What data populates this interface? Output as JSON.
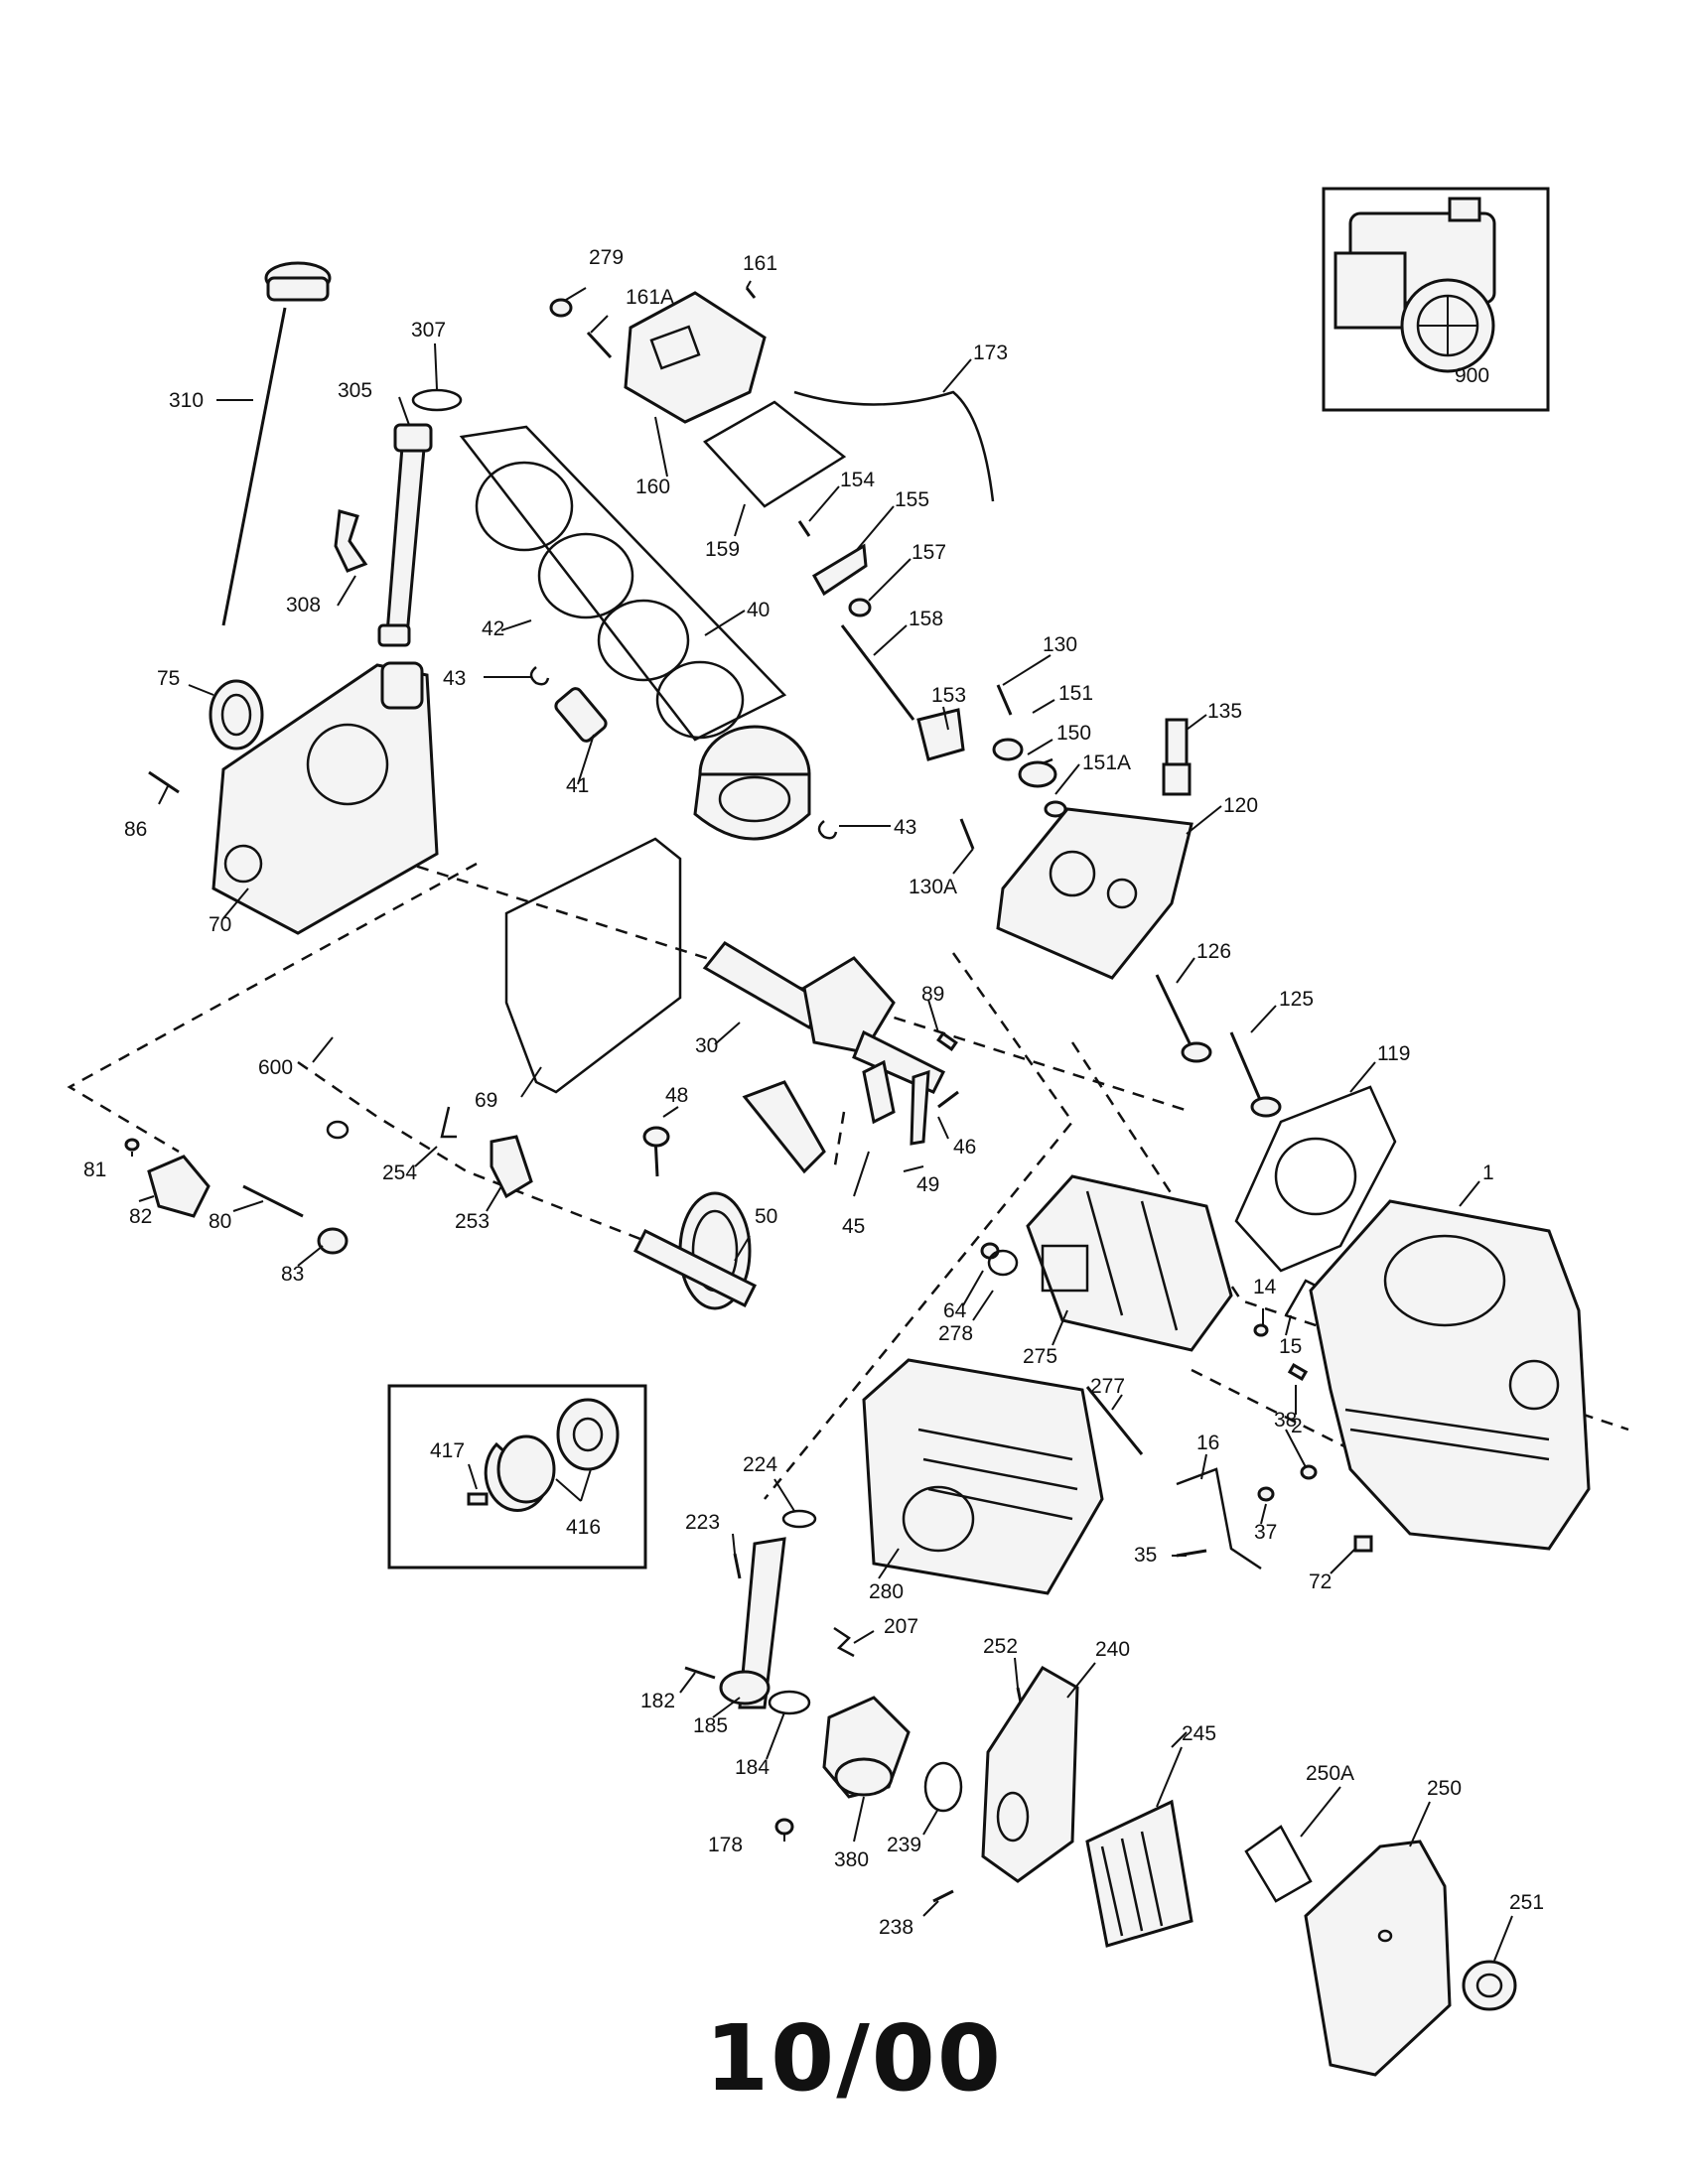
{
  "footer_code": "10/00",
  "callouts": {
    "c1": "1",
    "c2": "2",
    "c14": "14",
    "c15": "15",
    "c16": "16",
    "c30": "30",
    "c35": "35",
    "c37": "37",
    "c38": "38",
    "c40": "40",
    "c41": "41",
    "c42": "42",
    "c43a": "43",
    "c43b": "43",
    "c45": "45",
    "c46": "46",
    "c48": "48",
    "c49": "49",
    "c50": "50",
    "c64": "64",
    "c69": "69",
    "c70": "70",
    "c72": "72",
    "c75": "75",
    "c80": "80",
    "c81": "81",
    "c82": "82",
    "c83": "83",
    "c86": "86",
    "c89": "89",
    "c119": "119",
    "c120": "120",
    "c125": "125",
    "c126": "126",
    "c130": "130",
    "c130A": "130A",
    "c135": "135",
    "c150": "150",
    "c151": "151",
    "c151A": "151A",
    "c153": "153",
    "c154": "154",
    "c155": "155",
    "c157": "157",
    "c158": "158",
    "c159": "159",
    "c160": "160",
    "c161": "161",
    "c161A": "161A",
    "c173": "173",
    "c178": "178",
    "c182": "182",
    "c184": "184",
    "c185": "185",
    "c207": "207",
    "c223": "223",
    "c224": "224",
    "c238": "238",
    "c239": "239",
    "c240": "240",
    "c245": "245",
    "c250": "250",
    "c250A": "250A",
    "c251": "251",
    "c252": "252",
    "c253": "253",
    "c254": "254",
    "c275": "275",
    "c277": "277",
    "c278": "278",
    "c279": "279",
    "c280": "280",
    "c305": "305",
    "c307": "307",
    "c308": "308",
    "c310": "310",
    "c380": "380",
    "c416": "416",
    "c417": "417",
    "c600": "600",
    "c900": "900"
  }
}
